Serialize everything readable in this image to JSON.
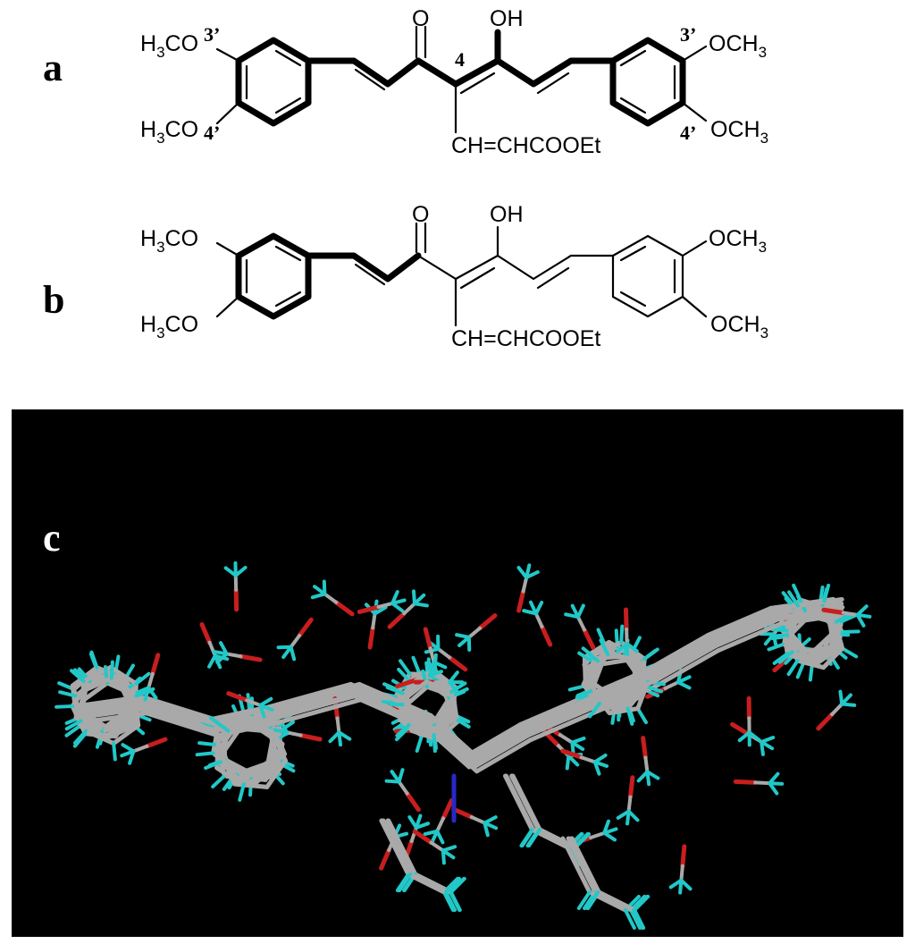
{
  "panels": {
    "a": {
      "label": "a",
      "groups": {
        "left_top": [
          "H",
          "3",
          "CO"
        ],
        "left_bottom": [
          "H",
          "3",
          "CO"
        ],
        "right_top": [
          "OCH",
          "3"
        ],
        "right_bottom": [
          "OCH",
          "3"
        ],
        "keto": "O",
        "enol": "OH",
        "side_chain": "CH=CHCOOEt"
      },
      "position_labels": [
        "3’",
        "4’",
        "4",
        "3’",
        "4’"
      ]
    },
    "b": {
      "label": "b",
      "groups": {
        "left_top": [
          "H",
          "3",
          "CO"
        ],
        "left_bottom": [
          "H",
          "3",
          "CO"
        ],
        "right_top": [
          "OCH",
          "3"
        ],
        "right_bottom": [
          "OCH",
          "3"
        ],
        "keto": "O",
        "enol": "OH",
        "side_chain": "CH=CHCOOEt"
      }
    },
    "c": {
      "label": "c",
      "atom_colors": {
        "carbon": "#a9a9a9",
        "hydrogen": "#22c8c8",
        "oxygen": "#c81e1e",
        "nitrogen": "#2828c8",
        "background": "#000000"
      }
    }
  }
}
